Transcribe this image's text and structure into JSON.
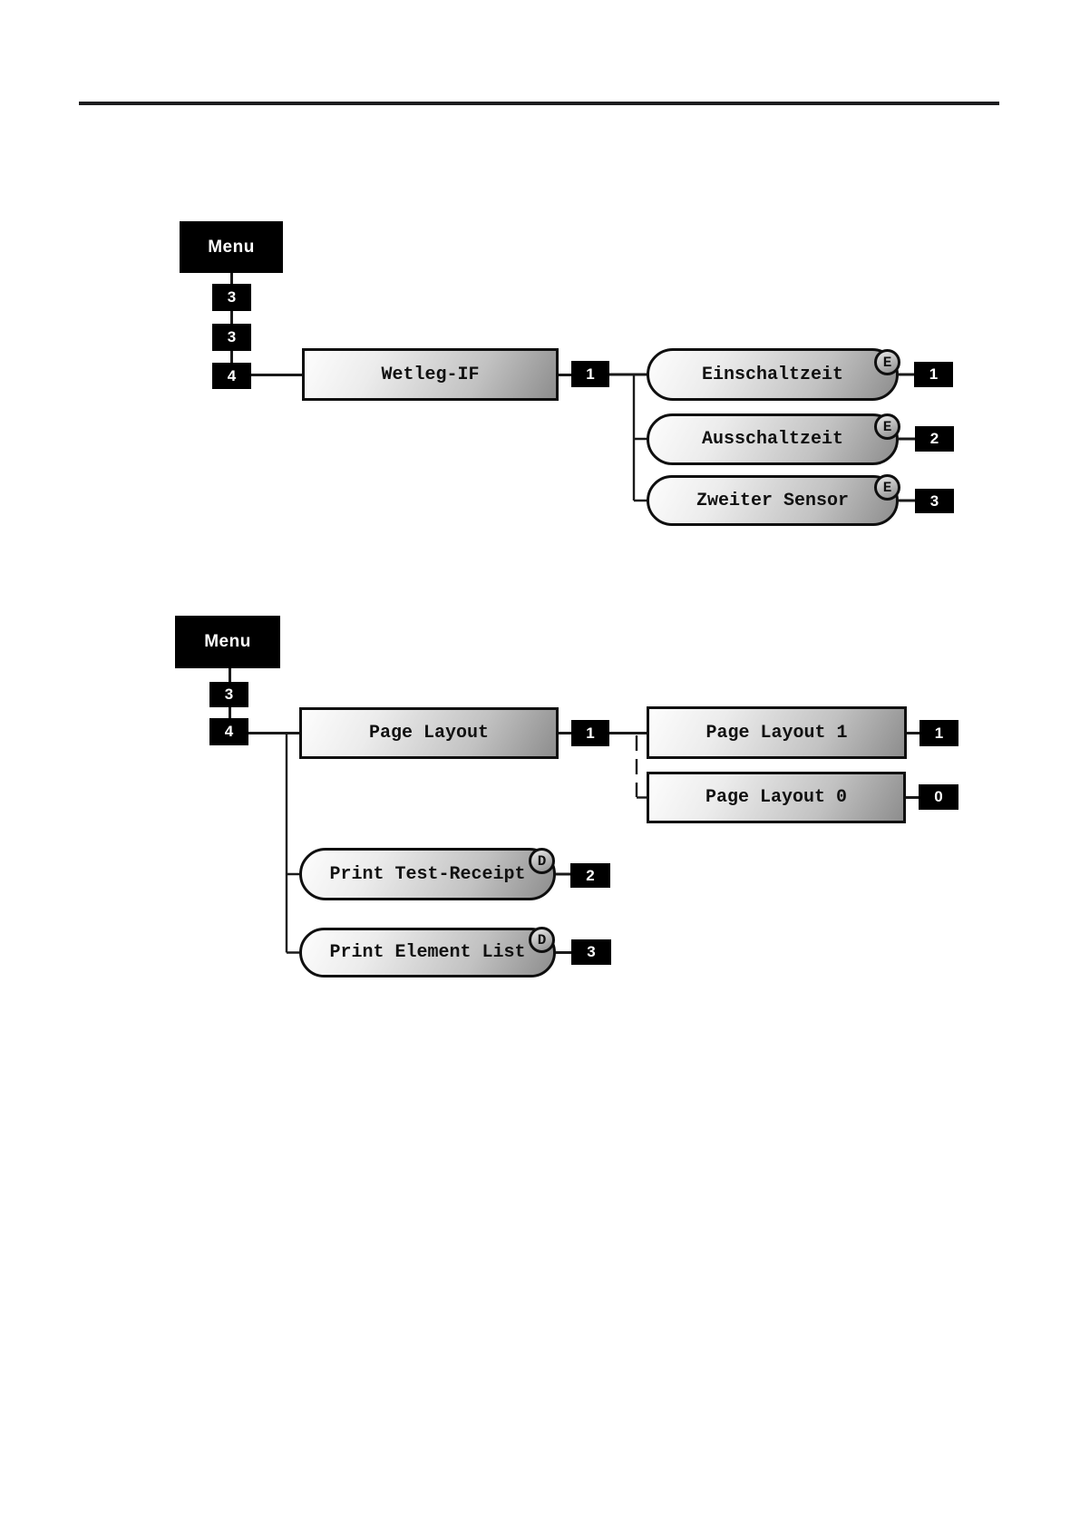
{
  "diagrams": [
    {
      "menu_label": "Menu",
      "keys": [
        "3",
        "3",
        "4"
      ],
      "root": {
        "label": "Wetleg-IF",
        "key": "1"
      },
      "children": [
        {
          "label": "Einschaltzeit",
          "badge": "E",
          "key": "1"
        },
        {
          "label": "Ausschaltzeit",
          "badge": "E",
          "key": "2"
        },
        {
          "label": "Zweiter Sensor",
          "badge": "E",
          "key": "3"
        }
      ]
    },
    {
      "menu_label": "Menu",
      "keys": [
        "3",
        "4"
      ],
      "root": {
        "label": "Page Layout",
        "key": "1"
      },
      "options": [
        {
          "label": "Page Layout 1",
          "key": "1"
        },
        {
          "label": "Page Layout 0",
          "key": "0"
        }
      ],
      "siblings": [
        {
          "label": "Print Test-Receipt",
          "badge": "D",
          "key": "2"
        },
        {
          "label": "Print Element List",
          "badge": "D",
          "key": "3"
        }
      ]
    }
  ],
  "colors": {
    "node_black": "#000000",
    "node_border": "#0f0f0f",
    "gradient_light": "#fdfdfd",
    "gradient_dark": "#8d8d8d",
    "rule": "#1d1d1f"
  }
}
